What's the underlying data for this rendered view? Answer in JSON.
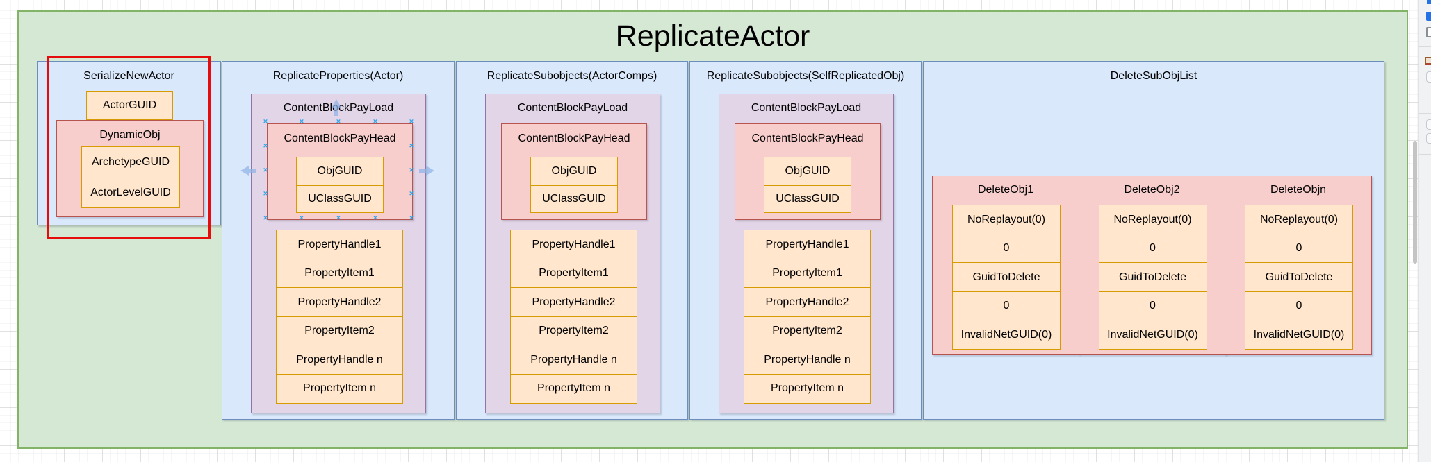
{
  "diagram": {
    "title": "ReplicateActor",
    "columns": [
      {
        "title": "SerializeNewActor",
        "actor_guid_label": "ActorGUID",
        "dynamic_obj": {
          "title": "DynamicObj",
          "rows": [
            "ArchetypeGUID",
            "ActorLevelGUID"
          ]
        }
      },
      {
        "title": "ReplicateProperties(Actor)",
        "payload_label": "ContentBlockPayLoad",
        "payhead_label": "ContentBlockPayHead",
        "guid_rows": [
          "ObjGUID",
          "UClassGUID"
        ],
        "property_rows": [
          "PropertyHandle1",
          "PropertyItem1",
          "PropertyHandle2",
          "PropertyItem2",
          "PropertyHandle n",
          "PropertyItem n"
        ]
      },
      {
        "title": "ReplicateSubobjects(ActorComps)",
        "payload_label": "ContentBlockPayLoad",
        "payhead_label": "ContentBlockPayHead",
        "guid_rows": [
          "ObjGUID",
          "UClassGUID"
        ],
        "property_rows": [
          "PropertyHandle1",
          "PropertyItem1",
          "PropertyHandle2",
          "PropertyItem2",
          "PropertyHandle n",
          "PropertyItem n"
        ]
      },
      {
        "title": "ReplicateSubobjects(SelfReplicatedObj)",
        "payload_label": "ContentBlockPayLoad",
        "payhead_label": "ContentBlockPayHead",
        "guid_rows": [
          "ObjGUID",
          "UClassGUID"
        ],
        "property_rows": [
          "PropertyHandle1",
          "PropertyItem1",
          "PropertyHandle2",
          "PropertyItem2",
          "PropertyHandle n",
          "PropertyItem n"
        ]
      },
      {
        "title": "DeleteSubObjList",
        "delete_objs": [
          {
            "title": "DeleteObj1",
            "rows": [
              "NoReplayout(0)",
              "0",
              "GuidToDelete",
              "0",
              "InvalidNetGUID(0)"
            ]
          },
          {
            "title": "DeleteObj2",
            "rows": [
              "NoReplayout(0)",
              "0",
              "GuidToDelete",
              "0",
              "InvalidNetGUID(0)"
            ]
          },
          {
            "title": "DeleteObjn",
            "rows": [
              "NoReplayout(0)",
              "0",
              "GuidToDelete",
              "0",
              "InvalidNetGUID(0)"
            ]
          }
        ]
      }
    ],
    "selection": {
      "selected_shape": "ContentBlockPayHead",
      "handle_color": "#2ba3e8",
      "highlight_rect_color": "#e60c0c"
    }
  },
  "palette": {
    "green_fill": "#d5e8d4",
    "green_stroke": "#82b366",
    "blue_fill": "#dae8fc",
    "blue_stroke": "#6c8ebf",
    "purple_fill": "#e1d5e7",
    "purple_stroke": "#9673a6",
    "pink_fill": "#f8cecc",
    "pink_stroke": "#b85450",
    "orange_fill": "#ffe6cc",
    "orange_stroke": "#d79b00"
  },
  "ui": {
    "right_panel_icons": [
      "blue-chip-icon",
      "blue-square-icon",
      "checkbox-outline-icon",
      "image-icon",
      "button-outline",
      "button-outline",
      "button-outline"
    ]
  }
}
